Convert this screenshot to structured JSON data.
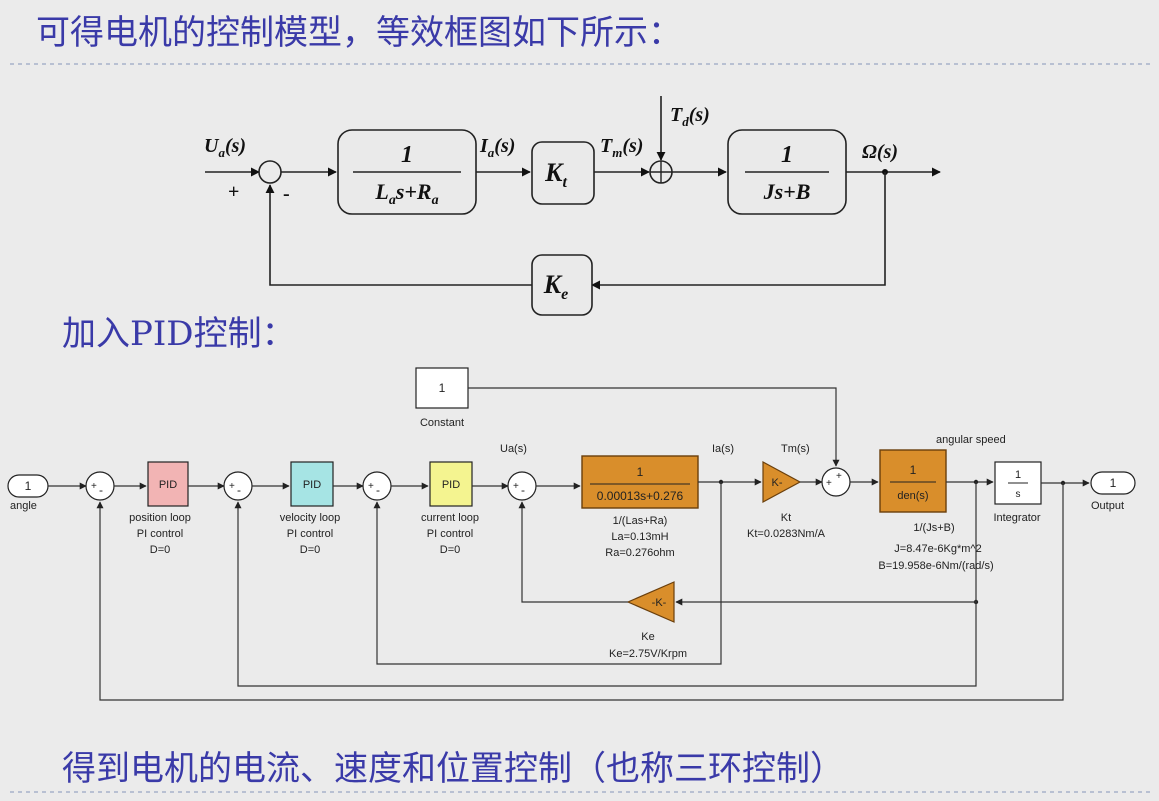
{
  "headings": {
    "h1": "可得电机的控制模型，等效框图如下所示：",
    "h2": "加入PID控制：",
    "h3": "得到电机的电流、速度和位置控制（也称三环控制）"
  },
  "block_diagram": {
    "input_label": "U",
    "input_sub": "a",
    "input_arg": "(s)",
    "plus_sign": "+",
    "minus_sign": "-",
    "block1_num": "1",
    "block1_den_a": "L",
    "block1_den_b": "a",
    "block1_den_c": "s+R",
    "block1_den_d": "a",
    "ia_label": "I",
    "ia_sub": "a",
    "ia_arg": "(s)",
    "kt_main": "K",
    "kt_sub": "t",
    "tm_label": "T",
    "tm_sub": "m",
    "tm_arg": "(s)",
    "td_label": "T",
    "td_sub": "d",
    "td_arg": "(s)",
    "block2_num": "1",
    "block2_den": "Js+B",
    "omega_label": "Ω(s)",
    "ke_main": "K",
    "ke_sub": "e"
  },
  "simulink": {
    "in_port": "1",
    "in_label": "angle",
    "sum_sign": "+",
    "sum_minus": "-",
    "pid_label": "PID",
    "pid1_lines": [
      "position loop",
      "PI control",
      "D=0"
    ],
    "pid2_lines": [
      "velocity loop",
      "PI control",
      "D=0"
    ],
    "pid3_lines": [
      "current loop",
      "PI control",
      "D=0"
    ],
    "ua_label": "Ua(s)",
    "tf1_num": "1",
    "tf1_den": "0.00013s+0.276",
    "tf1_lines": [
      "1/(Las+Ra)",
      "La=0.13mH",
      "Ra=0.276ohm"
    ],
    "ia_label": "Ia(s)",
    "kt_gain": "K-",
    "kt_lines": [
      "Kt",
      "Kt=0.0283Nm/A"
    ],
    "tm_label": "Tm(s)",
    "const_value": "1",
    "const_label": "Constant",
    "tf2_num": "1",
    "tf2_den": "den(s)",
    "tf2_lines": [
      "1/(Js+B)",
      "J=8.47e-6Kg*m^2",
      "B=19.958e-6Nm/(rad/s)"
    ],
    "angular_label": "angular speed",
    "int_num": "1",
    "int_den": "s",
    "int_label": "Integrator",
    "out_port": "1",
    "out_label": "Output",
    "ke_gain": "-K-",
    "ke_lines": [
      "Ke",
      "Ke=2.75V/Krpm"
    ]
  },
  "colors": {
    "heading": "#3a3aa8",
    "pid_position": "#f2b4b4",
    "pid_velocity": "#a6e4e4",
    "pid_current": "#f4f490",
    "orange_block": "#d98e2b"
  }
}
